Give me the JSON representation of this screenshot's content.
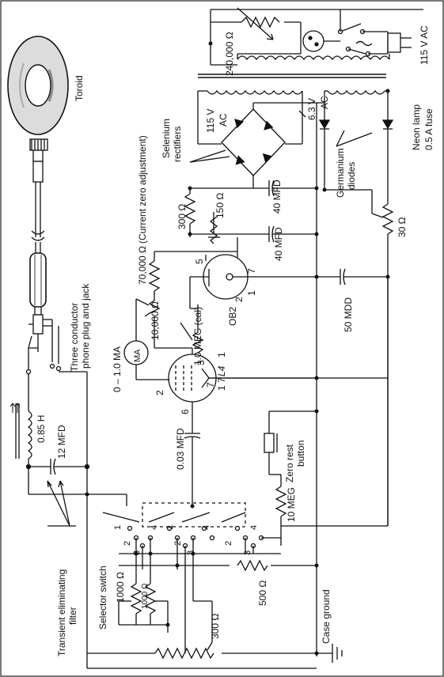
{
  "labels": {
    "toroid": "Toroid",
    "voltage_240k": "240,000 Ω",
    "ac_115_top": "115 V AC",
    "neon_lamp": "Neon lamp",
    "fuse": "0.5 A fuse",
    "v115_primary": "115 V",
    "v115_ac": "AC",
    "v63": "6.3 V",
    "v63_ac": "AC",
    "selenium": "Selenium",
    "rectifiers": "rectifiers",
    "current_zero": "(Current zero adjustment)",
    "germanium": "Germanium",
    "diodes": "diodes",
    "r70k": "70,000 Ω",
    "r300": "300 Ω",
    "r150": "150 Ω",
    "c40a": "40 MFD",
    "c40b": "40 MFD",
    "r30": "30 Ω",
    "r10k": "10,000 Ω",
    "r1meg": "1.0 MEG (cal)",
    "ob2": "OB2",
    "c50": "50 MDD",
    "pin5": "5",
    "pin7_ob2": "7",
    "pin1_ob2": "1",
    "pin2_ob2": "2",
    "three_cond": "Three conductor",
    "phone_plug": "phone plug and jack",
    "meter_range": "0 – 1.0 MA",
    "meter": "MA",
    "l4": "L4",
    "pin2": "2",
    "pin3": "3",
    "pin1_l4": "1",
    "pin7_l4": "7",
    "pin1_17": "1 7",
    "pin6": "6",
    "inductor": "0.85 H",
    "c12": "12 MFD",
    "c003": "0.03 MFD",
    "zero_rest": "Zero rest",
    "button": "button",
    "r10meg": "10 MEG",
    "transient": "Transient eliminating",
    "filter": "filter",
    "selector": "Selector switch",
    "r1000a": "1000 Ω",
    "r1000b": "1000 Ω",
    "r500": "500 Ω",
    "r300b": "300 Ω",
    "case_ground": "Case ground",
    "sw1": "1",
    "sw2": "2",
    "sw3": "3",
    "sw4": "4"
  }
}
